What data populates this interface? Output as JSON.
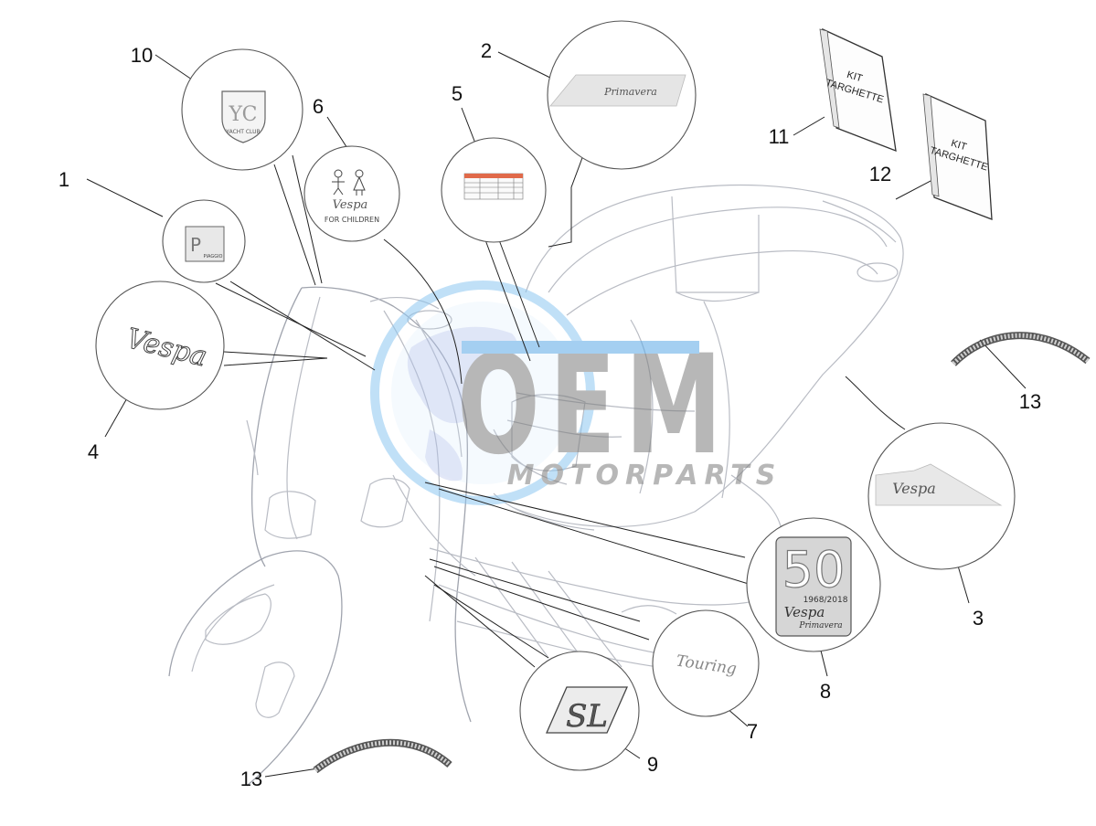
{
  "callouts": {
    "c1": "1",
    "c2": "2",
    "c3": "3",
    "c4": "4",
    "c5": "5",
    "c6": "6",
    "c7": "7",
    "c8": "8",
    "c9": "9",
    "c10": "10",
    "c11": "11",
    "c12": "12",
    "c13a": "13",
    "c13b": "13"
  },
  "watermark": {
    "brand": "OEM",
    "sub": "MOTORPARTS"
  },
  "emblems": {
    "yacht_monogram": "YC",
    "yacht_label": "YACHT CLUB",
    "piaggio_letter": "P",
    "piaggio_word": "PIAGGIO",
    "vespa_script": "Vespa",
    "primavera_script": "Primavera",
    "for_children": "FOR CHILDREN",
    "touring_script": "Touring",
    "sl_letters": "SL",
    "anniv_number": "50",
    "anniv_years": "1968/2018",
    "anniv_vespa": "Vespa",
    "anniv_primavera": "Primavera"
  },
  "kits": {
    "kit11": {
      "line1": "KIT",
      "line2": "TARGHETTE"
    },
    "kit12": {
      "line1": "KIT",
      "line2": "TARGHETTE"
    }
  },
  "colors": {
    "watermark_blue": "#5aa9e6",
    "watermark_grey": "#8a8a8a"
  }
}
